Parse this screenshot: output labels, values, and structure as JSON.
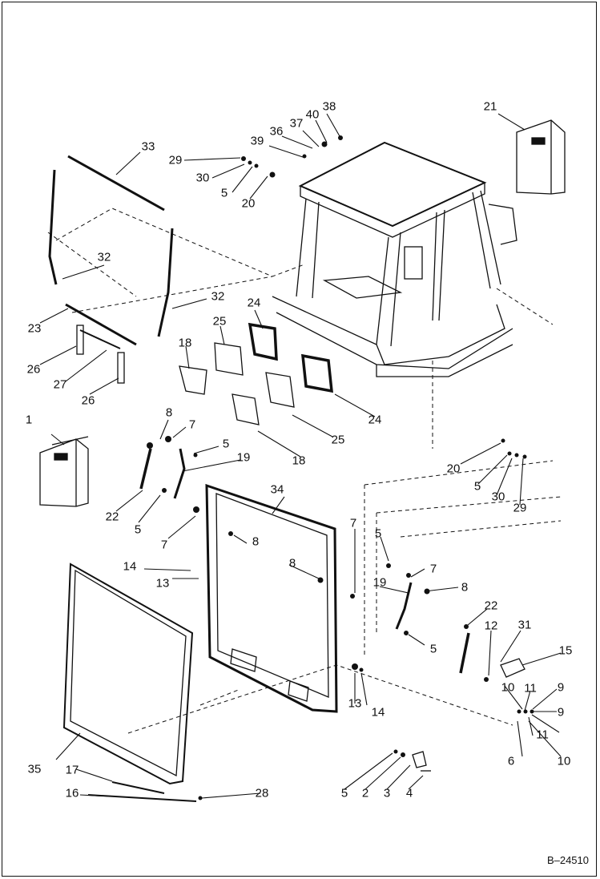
{
  "drawing_id": "B–24510",
  "callouts": [
    "1",
    "2",
    "3",
    "4",
    "5",
    "6",
    "7",
    "8",
    "9",
    "10",
    "11",
    "12",
    "13",
    "14",
    "15",
    "16",
    "17",
    "18",
    "19",
    "20",
    "21",
    "22",
    "23",
    "24",
    "25",
    "26",
    "27",
    "28",
    "29",
    "30",
    "31",
    "32",
    "33",
    "34",
    "35",
    "36",
    "37",
    "38",
    "39",
    "40"
  ],
  "labels": [
    {
      "part": "21"
    },
    {
      "part": "33"
    },
    {
      "part": "38"
    },
    {
      "part": "40"
    },
    {
      "part": "37"
    },
    {
      "part": "36"
    },
    {
      "part": "39"
    },
    {
      "part": "29"
    },
    {
      "part": "30"
    },
    {
      "part": "5"
    },
    {
      "part": "20"
    },
    {
      "part": "32"
    },
    {
      "part": "32"
    },
    {
      "part": "24"
    },
    {
      "part": "25"
    },
    {
      "part": "23"
    },
    {
      "part": "18"
    },
    {
      "part": "26"
    },
    {
      "part": "27"
    },
    {
      "part": "26"
    },
    {
      "part": "24"
    },
    {
      "part": "25"
    },
    {
      "part": "18"
    },
    {
      "part": "8"
    },
    {
      "part": "7"
    },
    {
      "part": "5"
    },
    {
      "part": "1"
    },
    {
      "part": "19"
    },
    {
      "part": "20"
    },
    {
      "part": "5"
    },
    {
      "part": "30"
    },
    {
      "part": "29"
    },
    {
      "part": "22"
    },
    {
      "part": "5"
    },
    {
      "part": "34"
    },
    {
      "part": "7"
    },
    {
      "part": "8"
    },
    {
      "part": "7"
    },
    {
      "part": "5"
    },
    {
      "part": "7"
    },
    {
      "part": "14"
    },
    {
      "part": "13"
    },
    {
      "part": "8"
    },
    {
      "part": "19"
    },
    {
      "part": "8"
    },
    {
      "part": "22"
    },
    {
      "part": "31"
    },
    {
      "part": "12"
    },
    {
      "part": "15"
    },
    {
      "part": "5"
    },
    {
      "part": "13"
    },
    {
      "part": "14"
    },
    {
      "part": "10"
    },
    {
      "part": "11"
    },
    {
      "part": "9"
    },
    {
      "part": "9"
    },
    {
      "part": "6"
    },
    {
      "part": "11"
    },
    {
      "part": "10"
    },
    {
      "part": "35"
    },
    {
      "part": "17"
    },
    {
      "part": "16"
    },
    {
      "part": "28"
    },
    {
      "part": "5"
    },
    {
      "part": "2"
    },
    {
      "part": "3"
    },
    {
      "part": "4"
    }
  ]
}
